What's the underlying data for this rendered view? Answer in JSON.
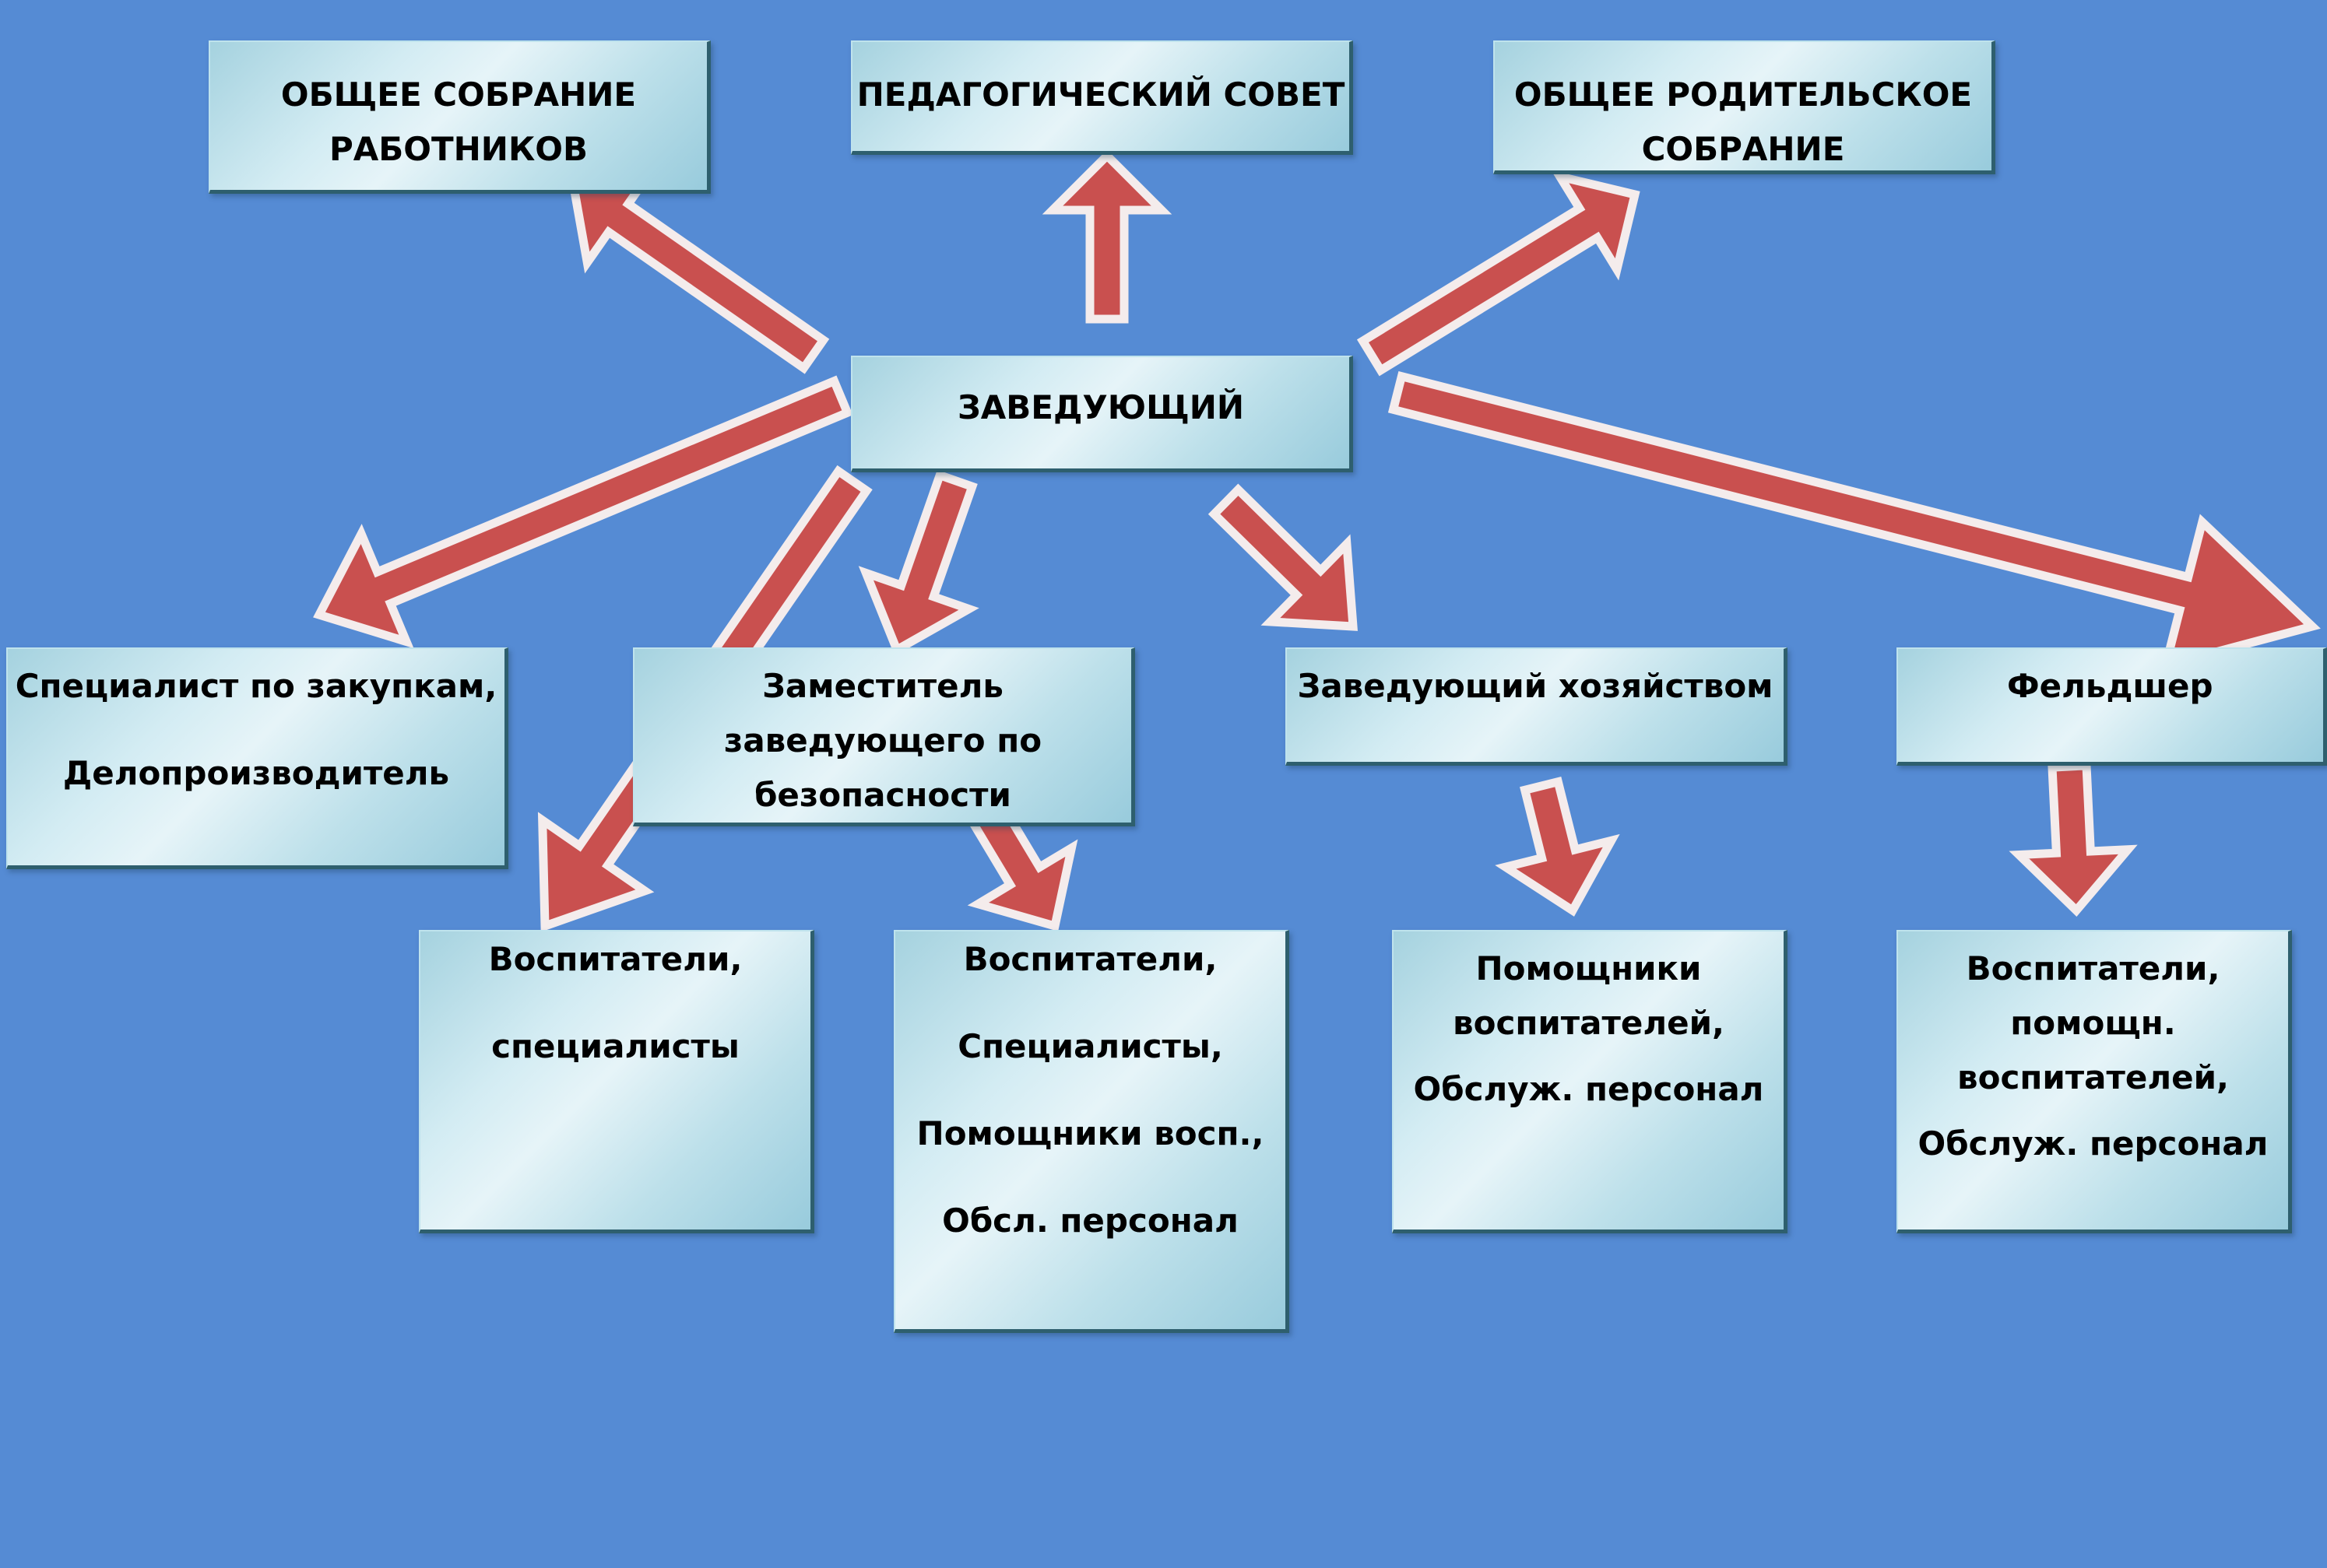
{
  "colors": {
    "background": "#558bd4",
    "arrow_fill": "#c9504f",
    "arrow_outline": "#f4ecec",
    "box_text": "#000000"
  },
  "boxes": {
    "general_meeting": {
      "lines": [
        "ОБЩЕЕ СОБРАНИЕ",
        "РАБОТНИКОВ"
      ]
    },
    "pedagogical_council": {
      "lines": [
        "ПЕДАГОГИЧЕСКИЙ СОВЕТ"
      ]
    },
    "parent_meeting": {
      "lines": [
        "ОБЩЕЕ РОДИТЕЛЬСКОЕ",
        "СОБРАНИЕ"
      ]
    },
    "head": {
      "lines": [
        "ЗАВЕДУЮЩИЙ"
      ]
    },
    "procurement": {
      "lines": [
        "Специалист по закупкам,",
        "Делопроизводитель"
      ]
    },
    "deputy_security": {
      "lines": [
        "Заместитель",
        "заведующего по",
        "безопасности"
      ]
    },
    "facilities_head": {
      "lines": [
        "Заведующий хозяйством"
      ]
    },
    "paramedic": {
      "lines": [
        "Фельдшер"
      ]
    },
    "educators_specialists": {
      "lines": [
        "Воспитатели,",
        "специалисты"
      ]
    },
    "educators_full": {
      "lines": [
        "Воспитатели,",
        "Специалисты,",
        "Помощники восп.,",
        "Обсл. персонал"
      ]
    },
    "assistants": {
      "lines": [
        "Помощники",
        "воспитателей,",
        "Обслуж. персонал"
      ]
    },
    "educators_assistants": {
      "lines": [
        "Воспитатели,",
        "помощн.",
        "воспитателей,",
        "Обслуж. персонал"
      ]
    }
  }
}
